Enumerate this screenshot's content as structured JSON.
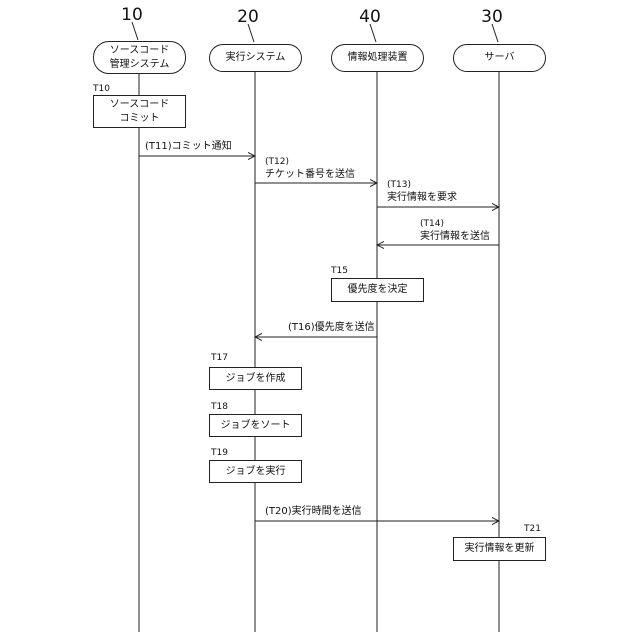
{
  "actors": [
    {
      "ref": "10",
      "line1": "ソースコード",
      "line2": "管理システム"
    },
    {
      "ref": "20",
      "line1": "実行システム"
    },
    {
      "ref": "40",
      "line1": "情報処理装置"
    },
    {
      "ref": "30",
      "line1": "サーバ"
    }
  ],
  "steps": {
    "t10": {
      "tag": "T10",
      "line1": "ソースコード",
      "line2": "コミット"
    },
    "t11": {
      "label": "(T11)コミット通知"
    },
    "t12": {
      "tag": "(T12)",
      "label": "チケット番号を送信"
    },
    "t13": {
      "tag": "(T13)",
      "label": "実行情報を要求"
    },
    "t14": {
      "tag": "(T14)",
      "label": "実行情報を送信"
    },
    "t15": {
      "tag": "T15",
      "label": "優先度を決定"
    },
    "t16": {
      "label": "(T16)優先度を送信"
    },
    "t17": {
      "tag": "T17",
      "label": "ジョブを作成"
    },
    "t18": {
      "tag": "T18",
      "label": "ジョブをソート"
    },
    "t19": {
      "tag": "T19",
      "label": "ジョブを実行"
    },
    "t20": {
      "label": "(T20)実行時間を送信"
    },
    "t21": {
      "tag": "T21",
      "label": "実行情報を更新"
    }
  }
}
